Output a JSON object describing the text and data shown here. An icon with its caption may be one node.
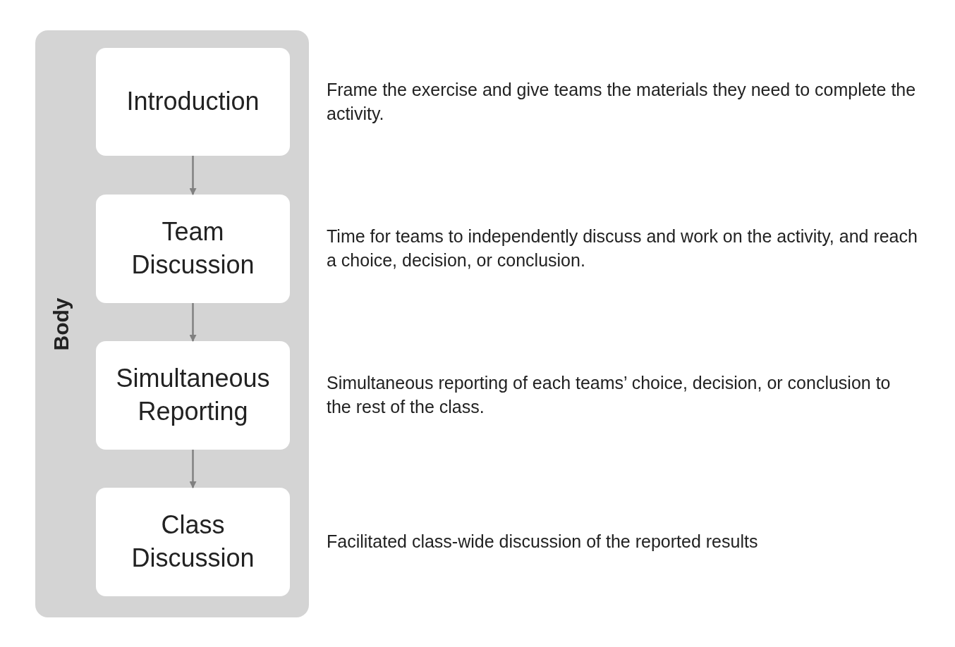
{
  "diagram": {
    "nodes": [
      {
        "text": [
          "Body"
        ]
      },
      {
        "text": [
          "Introduction"
        ],
        "in": 0,
        "beside": [
          "Frame the exercise and give teams the materials they need to complete the activity."
        ]
      },
      {
        "text": [
          "Team Discussion"
        ],
        "in": 0,
        "beside": [
          "Time for teams to independently discuss and work on the activity, and reach a choice, decision, or conclusion."
        ]
      },
      {
        "text": [
          "Simultaneous Reporting"
        ],
        "in": 0,
        "beside": [
          "Simultaneous reporting of each teams’ choice, decision, or conclusion to the rest of the class."
        ]
      },
      {
        "text": [
          "Class Discussion"
        ],
        "in": 0,
        "beside": [
          "Facilitated class-wide discussion of the reported results"
        ]
      }
    ],
    "edges": [
      {
        "from": 1,
        "to": 2,
        "arrow": "to"
      },
      {
        "from": 2,
        "to": 3,
        "arrow": "to"
      },
      {
        "from": 3,
        "to": 4,
        "arrow": "to"
      }
    ]
  }
}
